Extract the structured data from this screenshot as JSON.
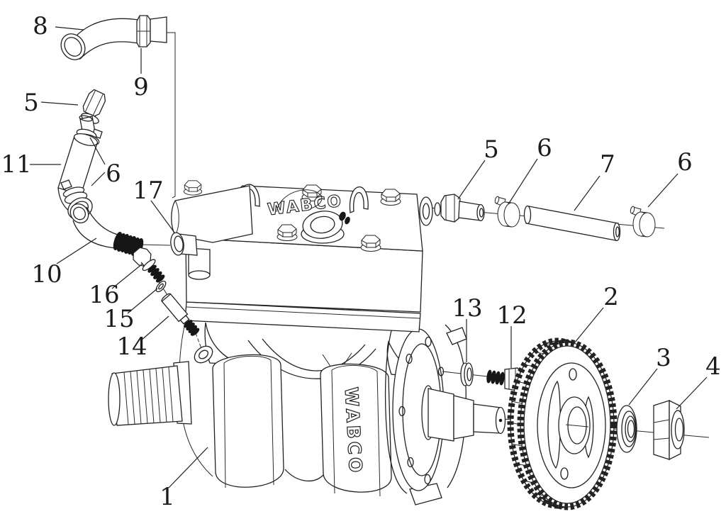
{
  "brand": {
    "top": "WABCO",
    "side": "WABCO"
  },
  "callouts": [
    {
      "label": "8"
    },
    {
      "label": "9"
    },
    {
      "label": "5"
    },
    {
      "label": "11"
    },
    {
      "label": "6"
    },
    {
      "label": "17"
    },
    {
      "label": "10"
    },
    {
      "label": "16"
    },
    {
      "label": "15"
    },
    {
      "label": "14"
    },
    {
      "label": "5"
    },
    {
      "label": "6"
    },
    {
      "label": "7"
    },
    {
      "label": "6"
    },
    {
      "label": "13"
    },
    {
      "label": "12"
    },
    {
      "label": "2"
    },
    {
      "label": "3"
    },
    {
      "label": "4"
    },
    {
      "label": "1"
    }
  ]
}
